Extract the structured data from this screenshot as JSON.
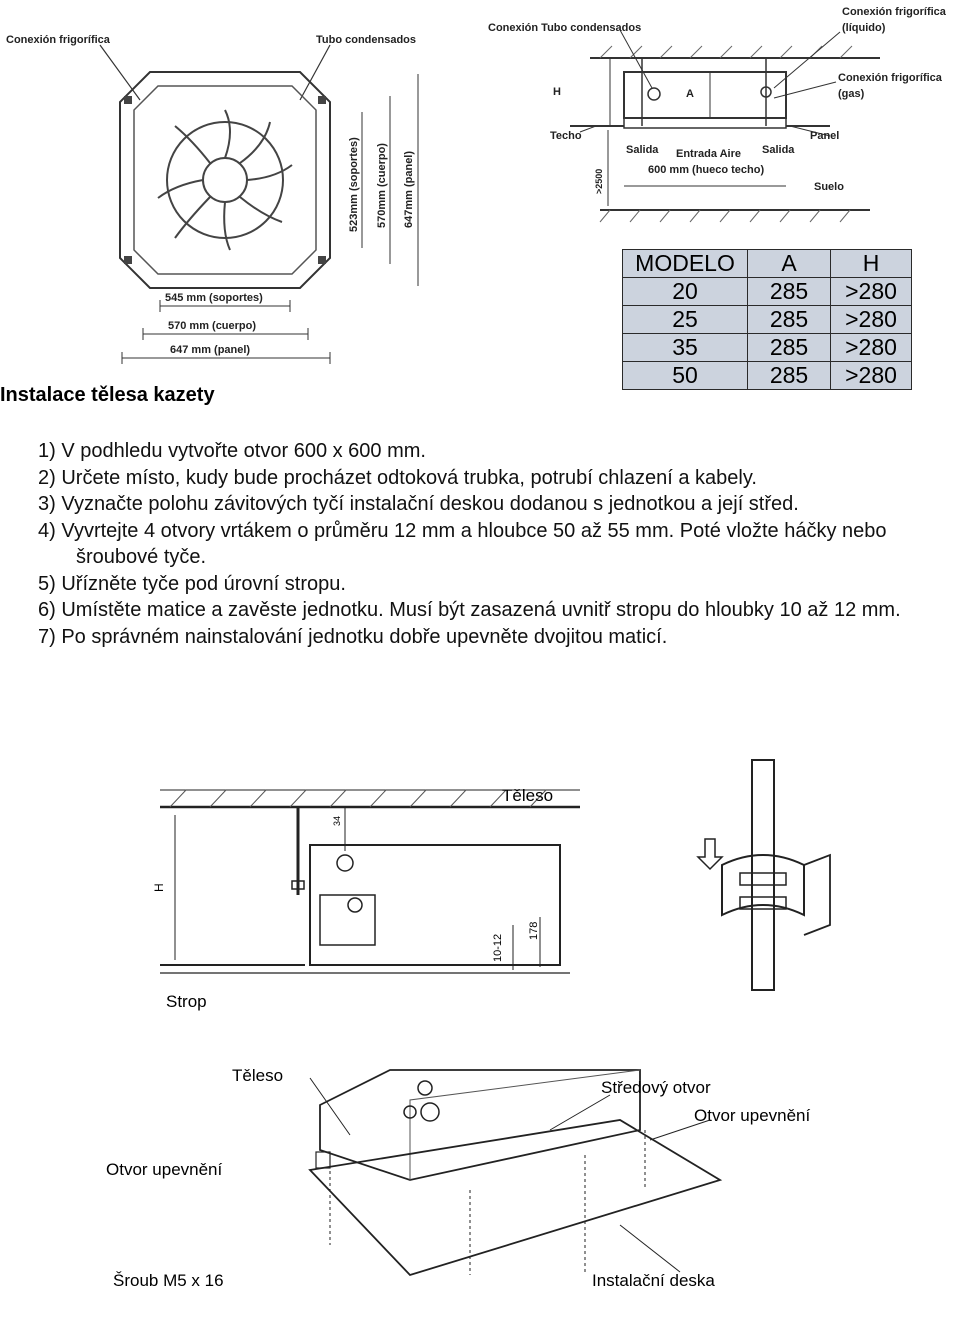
{
  "top_left_figure": {
    "conexion_frigorifica": "Conexión frigorífica",
    "tubo_condensados": "Tubo condensados",
    "dim_545": "545 mm (soportes)",
    "dim_570": "570 mm (cuerpo)",
    "dim_647": "647 mm (panel)",
    "dim_523_v": "523mm (soportes)",
    "dim_570_v": "570mm (cuerpo)",
    "dim_647_v": "647mm (panel)"
  },
  "top_right_figure": {
    "conexion_tubo_condensados": "Conexión Tubo condensados",
    "conexion_frigorifica_liquido_1": "Conexión frigorífica",
    "conexion_frigorifica_liquido_2": "(líquido)",
    "conexion_frigorifica_gas_1": "Conexión frigorífica",
    "conexion_frigorifica_gas_2": "(gas)",
    "techo": "Techo",
    "panel": "Panel",
    "salida_left": "Salida",
    "entrada_aire": "Entrada Aire",
    "salida_right": "Salida",
    "hueco": "600 mm (hueco techo)",
    "suelo": "Suelo",
    "h_label": "H",
    "a_label": "A",
    "min_height": ">2500"
  },
  "model_table": {
    "headers": [
      "MODELO",
      "A",
      "H"
    ],
    "rows": [
      [
        "20",
        "285",
        ">280"
      ],
      [
        "25",
        "285",
        ">280"
      ],
      [
        "35",
        "285",
        ">280"
      ],
      [
        "50",
        "285",
        ">280"
      ]
    ]
  },
  "section_title": "Instalace tělesa kazety",
  "steps": [
    "1)  V podhledu vytvořte otvor 600 x 600 mm.",
    "2)  Určete místo, kudy bude procházet odtoková trubka, potrubí chlazení a kabely.",
    "3)  Vyznačte polohu závitových tyčí instalační deskou dodanou s jednotkou a její střed.",
    "4)  Vyvrtejte 4 otvory vrtákem o průměru 12 mm a hloubce 50 až 55 mm. Poté vložte háčky nebo šroubové tyče.",
    "5)  Uřízněte tyče pod úrovní stropu.",
    "6)  Umístěte matice a zavěste jednotku. Musí být zasazená uvnitř stropu do hloubky 10 až 12 mm.",
    "7)  Po správném nainstalování jednotku dobře upevněte dvojitou maticí."
  ],
  "middle_figure": {
    "teleso": "Těleso",
    "strop": "Strop",
    "dim_10_12": "10-12",
    "dim_178": "178",
    "dim_h": "H",
    "dim_34": "34"
  },
  "bottom_figure": {
    "teleso": "Těleso",
    "stredovy_otvor": "Středový otvor",
    "otvor_upevneni_right": "Otvor upevnění",
    "otvor_upevneni_left": "Otvor upevnění",
    "sroub": "Šroub M5 x 16",
    "instalacni_deska": "Instalační deska"
  }
}
